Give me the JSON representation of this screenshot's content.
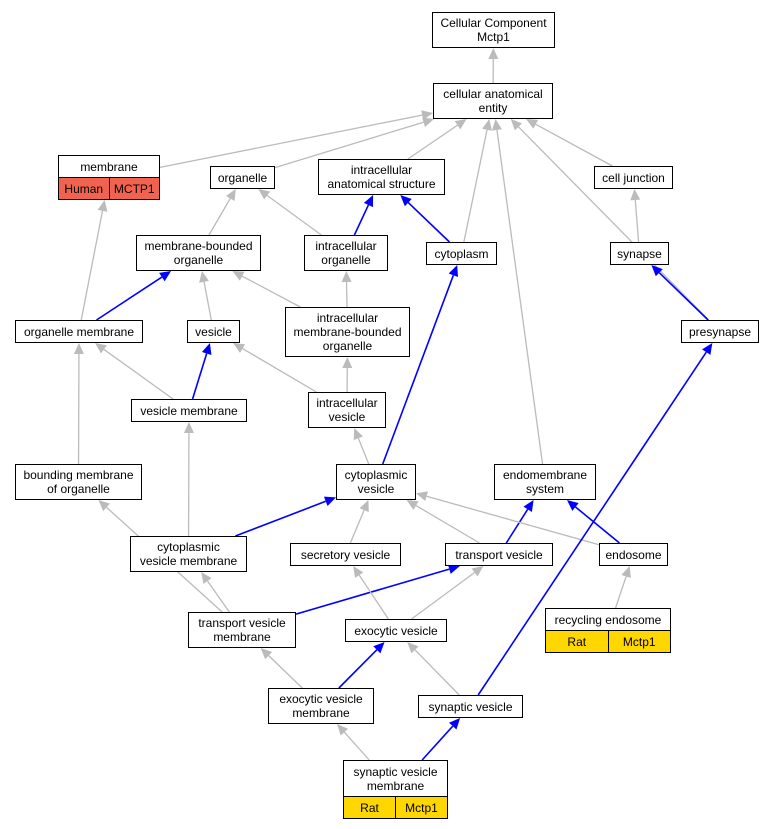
{
  "diagram": {
    "colors": {
      "inferred_edge": "#0000ff",
      "is_a_edge": "#bbbbbb",
      "human_annotation": "#f1634f",
      "rat_annotation": "#ffd700"
    },
    "nodes": {
      "root": {
        "label": "Cellular Component\nMctp1"
      },
      "cae": {
        "label": "cellular anatomical\nentity"
      },
      "membrane": {
        "label": "membrane",
        "annotation": [
          "Human",
          "MCTP1"
        ]
      },
      "organelle": {
        "label": "organelle"
      },
      "ias": {
        "label": "intracellular\nanatomical structure"
      },
      "celljunction": {
        "label": "cell junction"
      },
      "mbo": {
        "label": "membrane-bounded\norganelle"
      },
      "io": {
        "label": "intracellular\norganelle"
      },
      "cytoplasm": {
        "label": "cytoplasm"
      },
      "synapse": {
        "label": "synapse"
      },
      "orgmem": {
        "label": "organelle membrane"
      },
      "vesicle": {
        "label": "vesicle"
      },
      "imbo": {
        "label": "intracellular\nmembrane-bounded\norganelle"
      },
      "presynapse": {
        "label": "presynapse"
      },
      "vesmem": {
        "label": "vesicle membrane"
      },
      "iv": {
        "label": "intracellular\nvesicle"
      },
      "bmo": {
        "label": "bounding membrane\nof organelle"
      },
      "cytves": {
        "label": "cytoplasmic\nvesicle"
      },
      "endomem": {
        "label": "endomembrane\nsystem"
      },
      "cvm": {
        "label": "cytoplasmic\nvesicle membrane"
      },
      "secves": {
        "label": "secretory vesicle"
      },
      "transves": {
        "label": "transport vesicle"
      },
      "endosome": {
        "label": "endosome"
      },
      "recyc": {
        "label": "recycling endosome",
        "annotation": [
          "Rat",
          "Mctp1"
        ]
      },
      "tvm": {
        "label": "transport vesicle\nmembrane"
      },
      "exoves": {
        "label": "exocytic vesicle"
      },
      "evm": {
        "label": "exocytic vesicle\nmembrane"
      },
      "synves": {
        "label": "synaptic vesicle"
      },
      "svm": {
        "label": "synaptic vesicle\nmembrane",
        "annotation": [
          "Rat",
          "Mctp1"
        ]
      }
    },
    "edges": [
      {
        "from": "cae",
        "to": "root",
        "kind": "is_a"
      },
      {
        "from": "membrane",
        "to": "cae",
        "kind": "is_a"
      },
      {
        "from": "organelle",
        "to": "cae",
        "kind": "is_a"
      },
      {
        "from": "ias",
        "to": "cae",
        "kind": "is_a"
      },
      {
        "from": "cytoplasm",
        "to": "cae",
        "kind": "is_a"
      },
      {
        "from": "endomem",
        "to": "cae",
        "kind": "is_a"
      },
      {
        "from": "celljunction",
        "to": "cae",
        "kind": "is_a"
      },
      {
        "from": "presynapse",
        "to": "cae",
        "kind": "is_a"
      },
      {
        "from": "mbo",
        "to": "organelle",
        "kind": "is_a"
      },
      {
        "from": "io",
        "to": "organelle",
        "kind": "is_a"
      },
      {
        "from": "io",
        "to": "ias",
        "kind": "inferred"
      },
      {
        "from": "cytoplasm",
        "to": "ias",
        "kind": "inferred"
      },
      {
        "from": "synapse",
        "to": "celljunction",
        "kind": "is_a"
      },
      {
        "from": "presynapse",
        "to": "synapse",
        "kind": "inferred"
      },
      {
        "from": "orgmem",
        "to": "membrane",
        "kind": "is_a"
      },
      {
        "from": "orgmem",
        "to": "mbo",
        "kind": "inferred"
      },
      {
        "from": "vesicle",
        "to": "mbo",
        "kind": "is_a"
      },
      {
        "from": "imbo",
        "to": "mbo",
        "kind": "is_a"
      },
      {
        "from": "imbo",
        "to": "io",
        "kind": "is_a"
      },
      {
        "from": "vesmem",
        "to": "orgmem",
        "kind": "is_a"
      },
      {
        "from": "vesmem",
        "to": "vesicle",
        "kind": "inferred"
      },
      {
        "from": "iv",
        "to": "vesicle",
        "kind": "is_a"
      },
      {
        "from": "iv",
        "to": "imbo",
        "kind": "is_a"
      },
      {
        "from": "bmo",
        "to": "orgmem",
        "kind": "is_a"
      },
      {
        "from": "cytves",
        "to": "iv",
        "kind": "is_a"
      },
      {
        "from": "cytves",
        "to": "cytoplasm",
        "kind": "inferred"
      },
      {
        "from": "cvm",
        "to": "vesmem",
        "kind": "is_a"
      },
      {
        "from": "cvm",
        "to": "cytves",
        "kind": "inferred"
      },
      {
        "from": "secves",
        "to": "cytves",
        "kind": "is_a"
      },
      {
        "from": "transves",
        "to": "cytves",
        "kind": "is_a"
      },
      {
        "from": "transves",
        "to": "endomem",
        "kind": "inferred"
      },
      {
        "from": "endosome",
        "to": "cytves",
        "kind": "is_a"
      },
      {
        "from": "endosome",
        "to": "endomem",
        "kind": "inferred"
      },
      {
        "from": "recyc",
        "to": "endosome",
        "kind": "is_a"
      },
      {
        "from": "tvm",
        "to": "bmo",
        "kind": "is_a"
      },
      {
        "from": "tvm",
        "to": "cvm",
        "kind": "is_a"
      },
      {
        "from": "tvm",
        "to": "transves",
        "kind": "inferred"
      },
      {
        "from": "exoves",
        "to": "secves",
        "kind": "is_a"
      },
      {
        "from": "exoves",
        "to": "transves",
        "kind": "is_a"
      },
      {
        "from": "evm",
        "to": "tvm",
        "kind": "is_a"
      },
      {
        "from": "evm",
        "to": "exoves",
        "kind": "inferred"
      },
      {
        "from": "synves",
        "to": "exoves",
        "kind": "is_a"
      },
      {
        "from": "synves",
        "to": "presynapse",
        "kind": "inferred"
      },
      {
        "from": "svm",
        "to": "evm",
        "kind": "is_a"
      },
      {
        "from": "svm",
        "to": "synves",
        "kind": "inferred"
      }
    ]
  }
}
